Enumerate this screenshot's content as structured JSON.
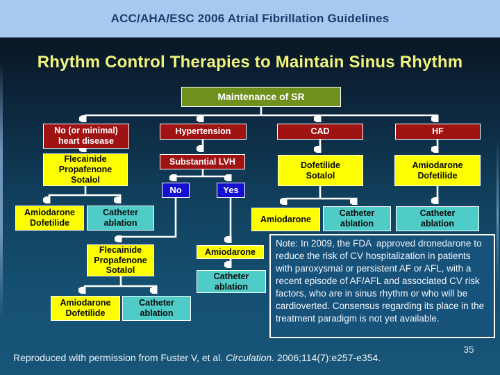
{
  "banner": {
    "title": "ACC/AHA/ESC 2006 Atrial Fibrillation Guidelines"
  },
  "slide": {
    "title": "Rhythm Control Therapies to Maintain Sinus Rhythm",
    "page_number": "35"
  },
  "footer": {
    "prefix": "Reproduced with permission from Fuster V, et al. ",
    "journal_italic": "Circulation.",
    "suffix": " 2006;114(7):e257-e354."
  },
  "boxes": {
    "maintenance": "Maintenance of SR",
    "no_heart": "No (or minimal)\nheart disease",
    "hypertension": "Hypertension",
    "cad": "CAD",
    "hf": "HF",
    "flecainide1": "Flecainide\nPropafenone\nSotalol",
    "substantial_lvh": "Substantial LVH",
    "dofetilide_sotalol": "Dofetilide\nSotalol",
    "amiodarone_dofetilide_hf": "Amiodarone\nDofetilide",
    "no": "No",
    "yes": "Yes",
    "amiodarone_dofetilide_left": "Amiodarone\nDofetilide",
    "catheter_ablation_left": "Catheter\nablation",
    "amiodarone_cad": "Amiodarone",
    "catheter_ablation_cad": "Catheter\nablation",
    "catheter_ablation_hf": "Catheter\nablation",
    "flecainide2": "Flecainide\nPropafenone\nSotalol",
    "amiodarone_yes": "Amiodarone",
    "catheter_ablation_yes": "Catheter\nablation",
    "amiodarone_dofetilide_bottom": "Amiodarone\nDofetilide",
    "catheter_ablation_bottom": "Catheter\nablation"
  },
  "note": {
    "text": "Note: In 2009, the FDA  approved dronedarone to reduce the risk of CV hospitalization in patients with paroxysmal or persistent AF or AFL, with a recent episode of AF/AFL and associated CV risk factors, who are in sinus rhythm or who will be cardioverted. Consensus regarding its place in the treatment paradigm is not yet available."
  },
  "colors": {
    "banner_bg": "#a7c9ef",
    "banner_text": "#1d3a70",
    "title_text": "#f2f47c",
    "root_box": "#70901e",
    "condition_box": "#a01313",
    "drug_box": "#fdfd04",
    "decision_box": "#1510cf",
    "ablation_box": "#4fccc7",
    "note_bg": "#17527b",
    "connector": "#ffffff"
  }
}
